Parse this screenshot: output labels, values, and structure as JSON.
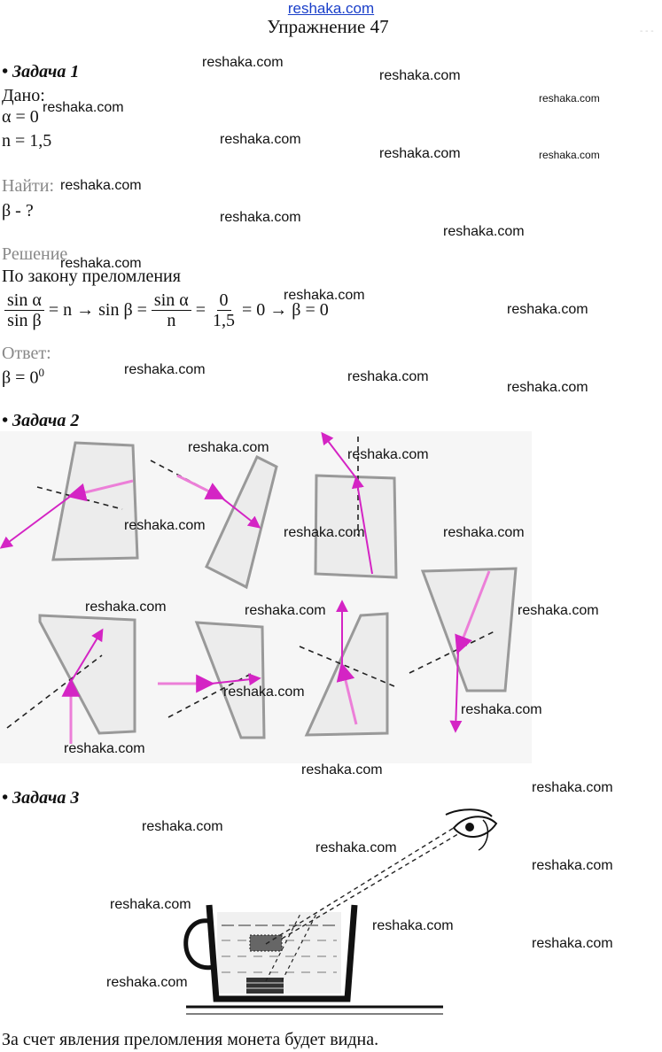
{
  "header": {
    "site": "reshaka.com",
    "title": "Упражнение 47"
  },
  "task1": {
    "heading": "• Задача 1",
    "given_label": "Дано:",
    "given": [
      "α = 0",
      "n = 1,5"
    ],
    "find_label": "Найти:",
    "find": "β - ?",
    "solution_label": "Решение",
    "solution_text": "По закону преломления",
    "formula": {
      "f1_num": "sin α",
      "f1_den": "sin β",
      "eq1": "= n → sin β =",
      "f2_num": "sin α",
      "f2_den": "n",
      "eq2": "=",
      "f3_num": "0",
      "f3_den": "1,5",
      "eq3": "= 0 → β = 0"
    },
    "answer_label": "Ответ:",
    "answer_base": "β = 0",
    "answer_sup": "0"
  },
  "task2": {
    "heading": "• Задача 2"
  },
  "task3": {
    "heading": "• Задача 3",
    "conclusion": "За счет явления преломления монета будет видна."
  },
  "watermark": "reshaka.com",
  "colors": {
    "ray": "#d424c4",
    "ray_light": "#ec7fd8",
    "glass": "#9a9a9a",
    "link": "#1a3fc9"
  }
}
